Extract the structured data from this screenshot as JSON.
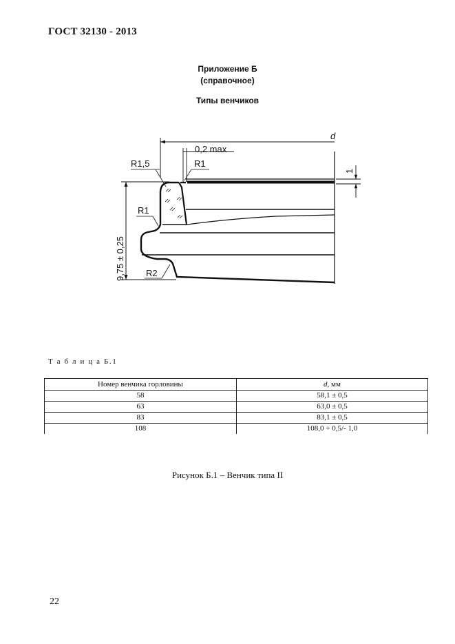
{
  "header": {
    "standard": "ГОСТ 32130 - 2013"
  },
  "appendix": {
    "title": "Приложение Б",
    "note": "(справочное)",
    "section_title": "Типы венчиков"
  },
  "figure": {
    "labels": {
      "diameter": "d",
      "gap": "0,2 max",
      "r15": "R1,5",
      "r1_top": "R1",
      "r1_side": "R1",
      "r2": "R2",
      "height": "9,75 ± 0,25",
      "thickness": "1"
    },
    "caption": "Рисунок Б.1 – Венчик типа II"
  },
  "table": {
    "caption": "Т а б л и ц а Б.1",
    "headers": {
      "col1": "Номер венчика горловины",
      "col2_italic": "d",
      "col2_unit": ", мм"
    },
    "rows": [
      {
        "number": "58",
        "d": "58,1 ± 0,5"
      },
      {
        "number": "63",
        "d": "63,0 ± 0,5"
      },
      {
        "number": "83",
        "d": "83,1 ± 0,5"
      },
      {
        "number": "108",
        "d": "108,0 + 0,5/- 1,0"
      }
    ]
  },
  "page_number": "22"
}
